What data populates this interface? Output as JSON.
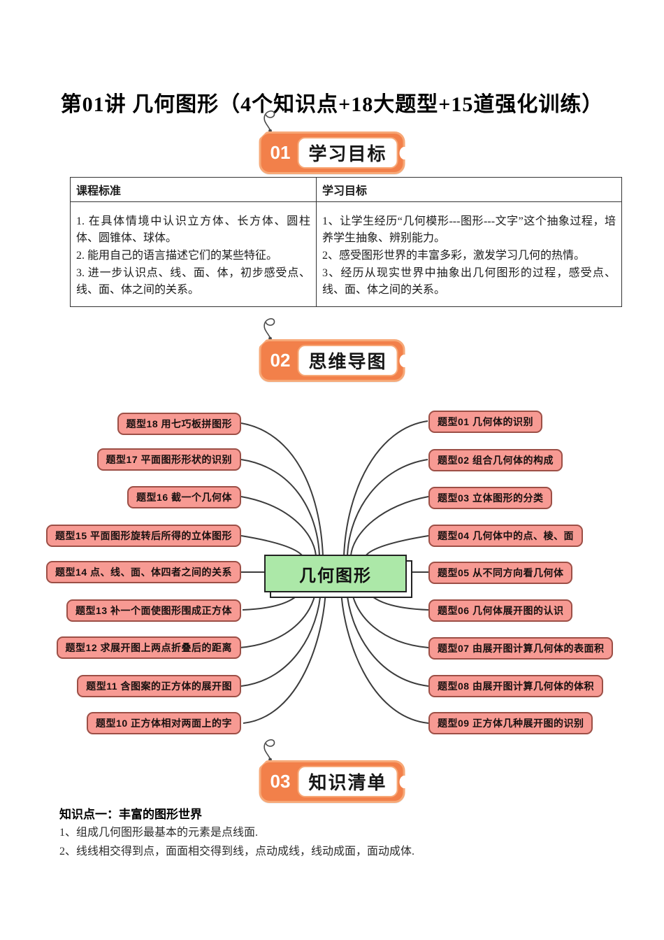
{
  "title": "第01讲 几何图形（4个知识点+18大题型+15道强化训练）",
  "sections": {
    "s1": {
      "number": "01",
      "label": "学习目标"
    },
    "s2": {
      "number": "02",
      "label": "思维导图"
    },
    "s3": {
      "number": "03",
      "label": "知识清单"
    }
  },
  "table": {
    "headers": [
      "课程标准",
      "学习目标"
    ],
    "standard": [
      "1. 在具体情境中认识立方体、长方体、圆柱体、圆锥体、球体。",
      "2. 能用自己的语言描述它们的某些特征。",
      "3. 进一步认识点、线、面、体，初步感受点、线、面、体之间的关系。"
    ],
    "goals": [
      "1、让学生经历“几何模形---图形---文字”这个抽象过程，培养学生抽象、辨别能力。",
      "2、感受图形世界的丰富多彩，激发学习几何的热情。",
      "3、经历从现实世界中抽象出几何图形的过程，感受点、线、面、体之间的关系。"
    ]
  },
  "mindmap": {
    "center": "几何图形",
    "left": [
      "题型18 用七巧板拼图形",
      "题型17 平面图形形状的识别",
      "题型16 截一个几何体",
      "题型15 平面图形旋转后所得的立体图形",
      "题型14 点、线、面、体四者之间的关系",
      "题型13 补一个面使图形围成正方体",
      "题型12 求展开图上两点折叠后的距离",
      "题型11 含图案的正方体的展开图",
      "题型10 正方体相对两面上的字"
    ],
    "right": [
      "题型01 几何体的识别",
      "题型02 组合几何体的构成",
      "题型03 立体图形的分类",
      "题型04 几何体中的点、棱、面",
      "题型05 从不同方向看几何体",
      "题型06 几何体展开图的认识",
      "题型07 由展开图计算几何体的表面积",
      "题型08 由展开图计算几何体的体积",
      "题型09 正方体几种展开图的识别"
    ]
  },
  "knowledge": {
    "heading": "知识点一：丰富的图形世界",
    "lines": [
      "1、组成几何图形最基本的元素是点线面.",
      "2、线线相交得到点，面面相交得到线，点动成线，线动成面，面动成体."
    ]
  },
  "colors": {
    "badge_orange": "#f2804a",
    "badge_border": "#f7a877",
    "node_pink": "#f79a93",
    "node_border": "#9c4f46",
    "center_green": "#ace8a8",
    "connector": "#3c3c3c"
  }
}
